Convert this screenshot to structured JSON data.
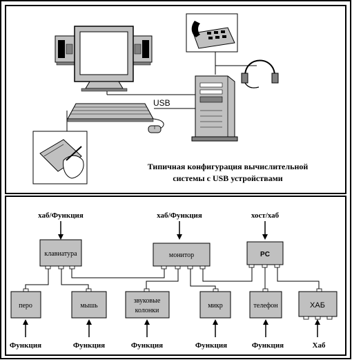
{
  "caption": {
    "line1": "Типичная конфигурация вычислительной",
    "line2": "системы с USB устройствами"
  },
  "usb_label": "USB",
  "top_labels": {
    "keyboard": "хаб/Функция",
    "monitor": "хаб/Функция",
    "pc": "хост/хаб"
  },
  "upper_nodes": {
    "keyboard": "клавиатура",
    "monitor": "монитор",
    "pc": "PC"
  },
  "lower_nodes": {
    "pen": "перо",
    "mouse": "мышь",
    "speakers_1": "звуковые",
    "speakers_2": "колонки",
    "mic": "микр",
    "phone": "телефон",
    "hub": "ХАБ"
  },
  "bottom_labels": {
    "pen": "Функция",
    "mouse": "Функция",
    "speakers": "Функция",
    "mic": "Функция",
    "phone": "Функция",
    "hub": "Хаб"
  },
  "colors": {
    "box_fill": "#c0c0c0",
    "line": "#000000",
    "device_gray": "#c0c0c0",
    "dark_gray": "#808080"
  },
  "icons": [
    "monitor-icon",
    "speaker-icon",
    "keyboard-icon",
    "mouse-icon",
    "tower-pc-icon",
    "telephone-icon",
    "headset-icon",
    "pen-tablet-icon"
  ]
}
